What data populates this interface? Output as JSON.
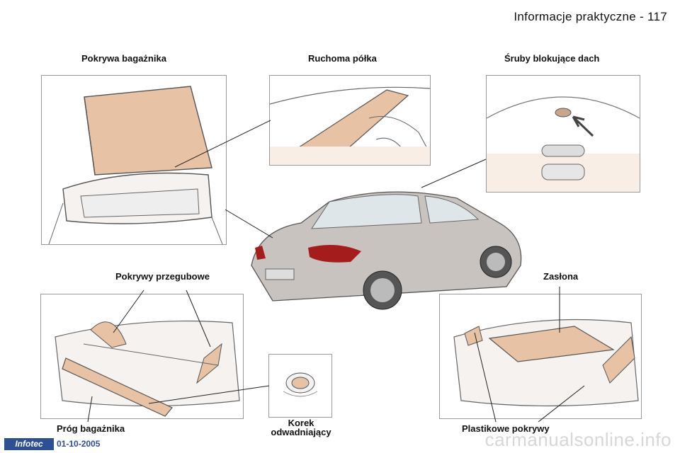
{
  "header": {
    "title": "Informacje praktyczne - 117"
  },
  "labels": {
    "trunk_lid": "Pokrywa bagażnika",
    "moving_shelf": "Ruchoma półka",
    "roof_bolts": "Śruby blokujące dach",
    "hinge_covers": "Pokrywy przegubowe",
    "curtain": "Zasłona",
    "sill": "Próg bagażnika",
    "drain_plug_line1": "Korek",
    "drain_plug_line2": "odwadniający",
    "plastic_covers": "Plastikowe pokrywy"
  },
  "footer": {
    "brand": "Infotec",
    "date": "01-10-2005"
  },
  "watermark": "carmanualsonline.info",
  "colors": {
    "panel_bg": "#f8eee6",
    "highlight": "#e8c2a5",
    "car_body": "#c9c3c0",
    "taillight": "#a51c1c",
    "brand": "#2d4f93"
  }
}
